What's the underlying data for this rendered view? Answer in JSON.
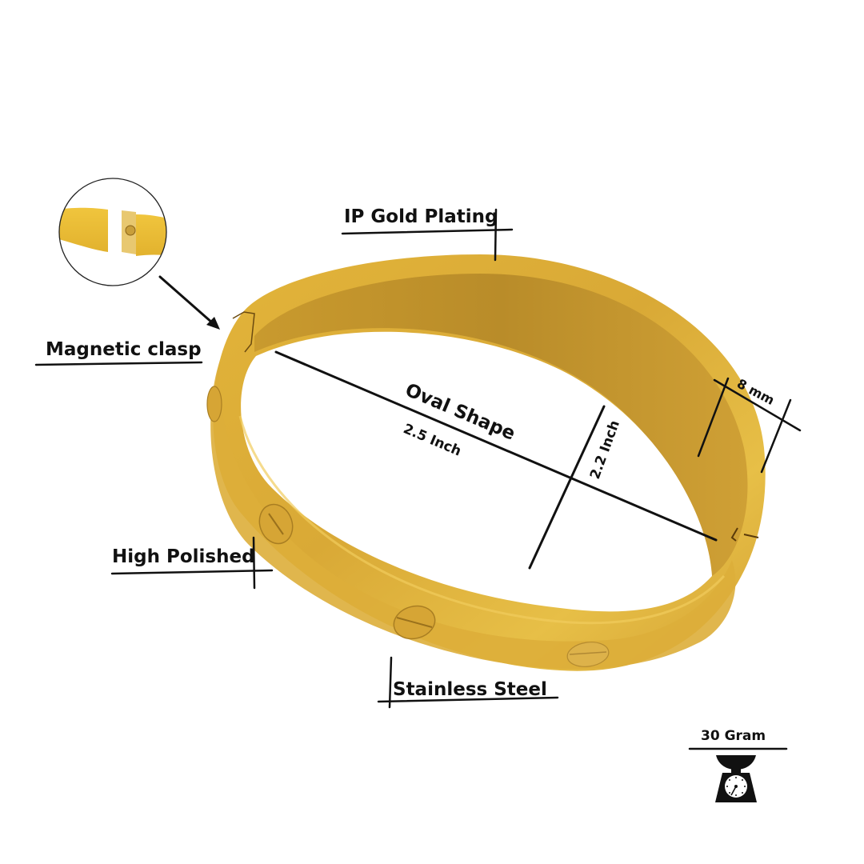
{
  "product": {
    "type": "bangle bracelet",
    "colors": {
      "gold_light": "#E6B93C",
      "gold_mid": "#D4A233",
      "gold_dark": "#B88A2A",
      "gold_inner": "#C8992E",
      "ink": "#111111",
      "background": "#FFFFFF"
    }
  },
  "labels": {
    "plating": "IP Gold Plating",
    "clasp": "Magnetic clasp",
    "finish": "High Polished",
    "material": "Stainless Steel",
    "shape": "Oval Shape",
    "length": "2.5 Inch",
    "width": "2.2 Inch",
    "thickness": "8 mm",
    "weight": "30 Gram"
  },
  "callouts": {
    "clasp_inset": {
      "description": "zoomed view of open magnetic clasp"
    },
    "weight_icon": "scale-icon"
  }
}
